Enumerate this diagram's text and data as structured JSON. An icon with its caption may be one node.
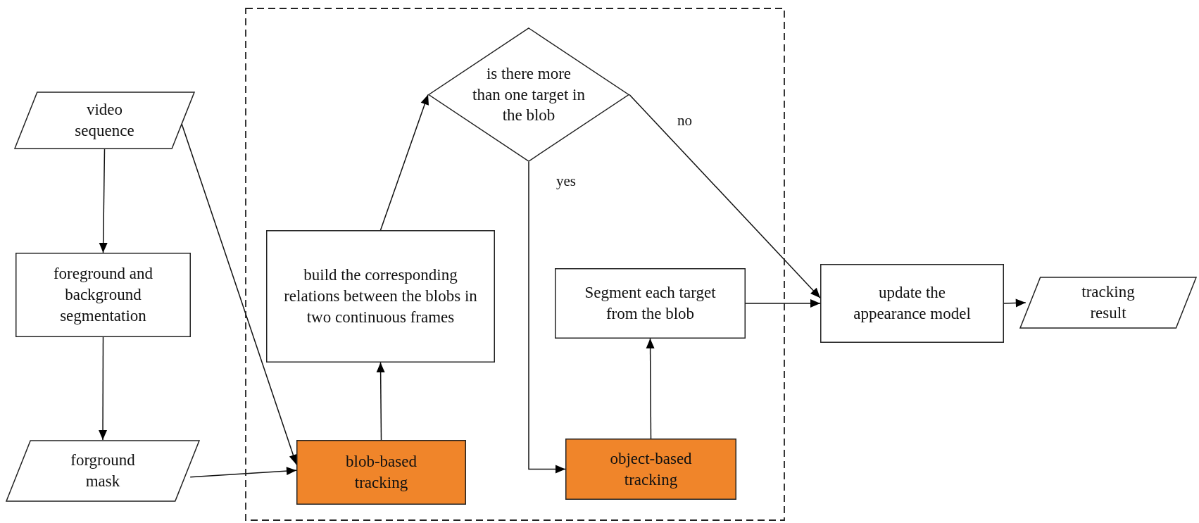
{
  "diagram": {
    "nodes": [
      {
        "text": [
          "video sequence"
        ]
      },
      {
        "text": [
          "foreground and background segmentation"
        ]
      },
      {
        "text": [
          "forground mask"
        ]
      },
      {
        "text": [],
        "shape": "box"
      },
      {
        "text": [
          "is there more than one target in the blob"
        ],
        "in": 3
      },
      {
        "text": [
          "build the corresponding relations between the blobs in  two continuous frames"
        ],
        "in": 3
      },
      {
        "text": [
          "Segment each target from the blob"
        ],
        "in": 3
      },
      {
        "text": [
          "blob-based tracking"
        ],
        "in": 3
      },
      {
        "text": [
          "object-based tracking"
        ],
        "in": 3
      },
      {
        "text": [
          "update the appearance model"
        ]
      },
      {
        "text": [
          "tracking result"
        ]
      }
    ],
    "edges": [
      {
        "from": 0,
        "to": 1,
        "arrow": "to"
      },
      {
        "from": 1,
        "to": 2,
        "arrow": "to"
      },
      {
        "from": 0,
        "to": 7,
        "arrow": "to"
      },
      {
        "from": 2,
        "to": 7,
        "arrow": "to"
      },
      {
        "from": 7,
        "to": 5,
        "arrow": "to"
      },
      {
        "from": 5,
        "to": 4,
        "arrow": "to"
      },
      {
        "from": 4,
        "to": 8,
        "arrow": "to",
        "label": "yes"
      },
      {
        "from": 4,
        "to": 9,
        "arrow": "to",
        "label": "no"
      },
      {
        "from": 8,
        "to": 6,
        "arrow": "to"
      },
      {
        "from": 6,
        "to": 9,
        "arrow": "to"
      },
      {
        "from": 9,
        "to": 10,
        "arrow": "to"
      }
    ]
  }
}
